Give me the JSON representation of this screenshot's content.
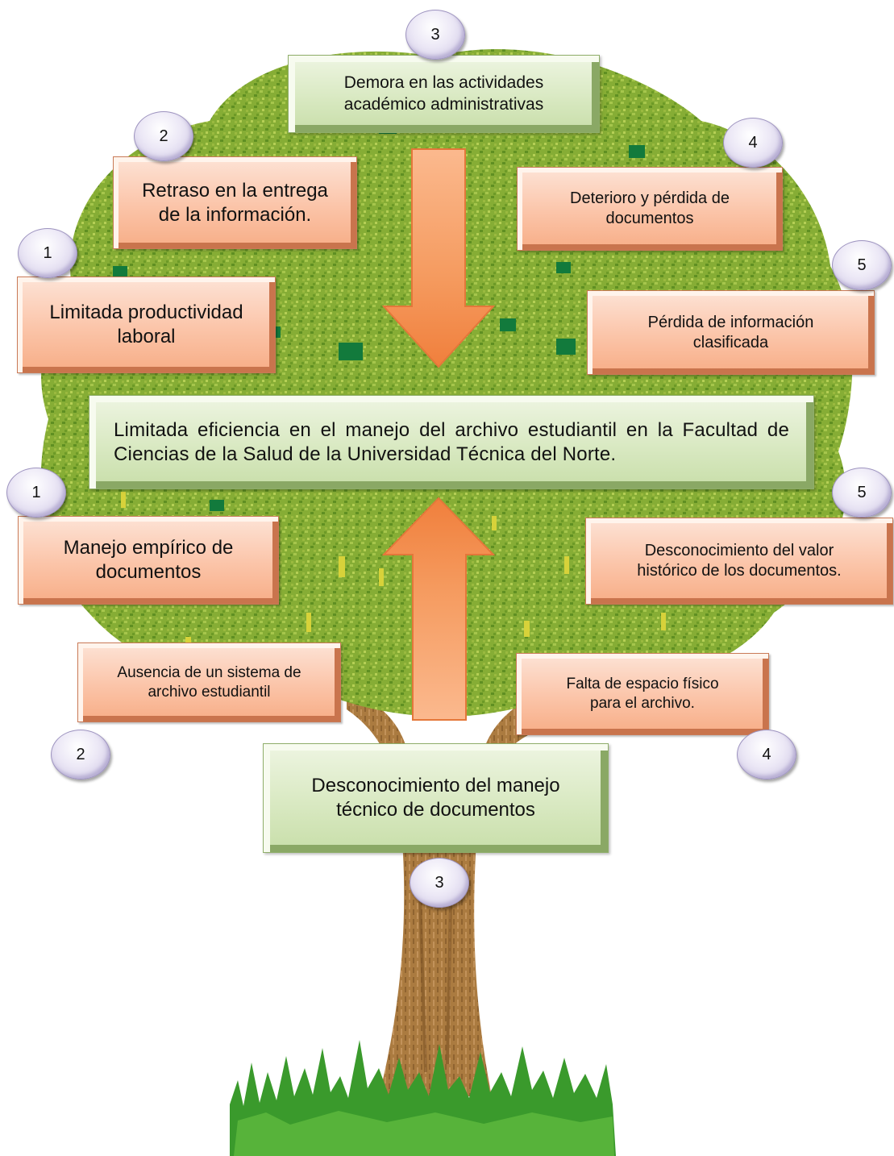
{
  "effects": [
    {
      "number": "3",
      "text": "Demora en las actividades\nacadémico administrativas"
    },
    {
      "number": "2",
      "text": "Retraso en la entrega\nde la información."
    },
    {
      "number": "4",
      "text": "Deterioro y pérdida de\ndocumentos"
    },
    {
      "number": "1",
      "text": "Limitada productividad\nlaboral"
    },
    {
      "number": "5",
      "text": "Pérdida de información\nclasificada"
    }
  ],
  "central_problem": "Limitada eficiencia en el manejo del archivo estudiantil en la Facultad de Ciencias de la Salud de la Universidad Técnica del Norte.",
  "causes": [
    {
      "number": "1",
      "text": "Manejo empírico de\ndocumentos"
    },
    {
      "number": "5",
      "text": "Desconocimiento del valor\nhistórico de los documentos."
    },
    {
      "number": "2",
      "text": "Ausencia de un sistema de\narchivo estudiantil"
    },
    {
      "number": "4",
      "text": "Falta de espacio físico\npara el archivo."
    },
    {
      "number": "3",
      "text": "Desconocimiento del manejo\ntécnico de documentos"
    }
  ],
  "colors": {
    "effect_box": "#fbc4a8",
    "cause_box": "#fbc4a8",
    "main_box": "#d9e9c2",
    "arrow": "#f4965a",
    "badge": "#ece8f6",
    "foliage": "#7aa32c",
    "trunk": "#a8783e",
    "grass": "#3f9c2c"
  }
}
